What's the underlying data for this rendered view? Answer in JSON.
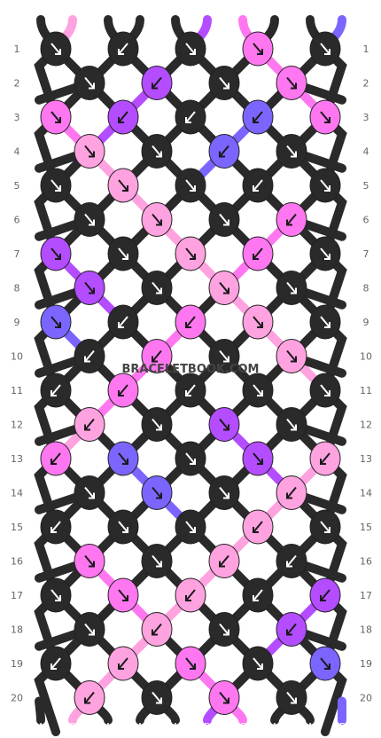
{
  "watermark": "BRACELETBOOK.COM",
  "colors": {
    "A": "#2a2a2a",
    "B": "#ffa2e0",
    "C": "#ff77f0",
    "D": "#b44cff",
    "E": "#7a66ff"
  },
  "top_strands": [
    "A",
    "B",
    "A",
    "A",
    "A",
    "D",
    "C",
    "A",
    "A",
    "E"
  ],
  "bottom_strands": [
    "A",
    "B",
    "A",
    "A",
    "A",
    "D",
    "C",
    "A",
    "A",
    "E"
  ],
  "rows": [
    {
      "n": "1",
      "knots": [
        {
          "c": "A",
          "d": "se"
        },
        {
          "c": "A",
          "d": "sw"
        },
        {
          "c": "A",
          "d": "se"
        },
        {
          "c": "C",
          "d": "se"
        },
        {
          "c": "A",
          "d": "se"
        }
      ]
    },
    {
      "n": "2",
      "knots": [
        {
          "c": "A",
          "d": "se"
        },
        {
          "c": "D",
          "d": "sw"
        },
        {
          "c": "A",
          "d": "se"
        },
        {
          "c": "C",
          "d": "se"
        }
      ]
    },
    {
      "n": "3",
      "knots": [
        {
          "c": "C",
          "d": "se"
        },
        {
          "c": "D",
          "d": "sw"
        },
        {
          "c": "A",
          "d": "sw"
        },
        {
          "c": "E",
          "d": "sw"
        },
        {
          "c": "C",
          "d": "se"
        }
      ]
    },
    {
      "n": "4",
      "knots": [
        {
          "c": "B",
          "d": "se"
        },
        {
          "c": "A",
          "d": "se"
        },
        {
          "c": "E",
          "d": "sw"
        },
        {
          "c": "A",
          "d": "se"
        }
      ]
    },
    {
      "n": "5",
      "knots": [
        {
          "c": "A",
          "d": "se"
        },
        {
          "c": "B",
          "d": "se"
        },
        {
          "c": "A",
          "d": "se"
        },
        {
          "c": "A",
          "d": "sw"
        },
        {
          "c": "A",
          "d": "se"
        }
      ]
    },
    {
      "n": "6",
      "knots": [
        {
          "c": "A",
          "d": "se"
        },
        {
          "c": "B",
          "d": "se"
        },
        {
          "c": "A",
          "d": "se"
        },
        {
          "c": "C",
          "d": "sw"
        }
      ]
    },
    {
      "n": "7",
      "knots": [
        {
          "c": "D",
          "d": "se"
        },
        {
          "c": "A",
          "d": "se"
        },
        {
          "c": "B",
          "d": "se"
        },
        {
          "c": "C",
          "d": "sw"
        },
        {
          "c": "A",
          "d": "se"
        }
      ]
    },
    {
      "n": "8",
      "knots": [
        {
          "c": "D",
          "d": "se"
        },
        {
          "c": "A",
          "d": "se"
        },
        {
          "c": "B",
          "d": "se"
        },
        {
          "c": "A",
          "d": "se"
        }
      ]
    },
    {
      "n": "9",
      "knots": [
        {
          "c": "E",
          "d": "se"
        },
        {
          "c": "A",
          "d": "sw"
        },
        {
          "c": "C",
          "d": "sw"
        },
        {
          "c": "B",
          "d": "se"
        },
        {
          "c": "A",
          "d": "se"
        }
      ]
    },
    {
      "n": "10",
      "knots": [
        {
          "c": "A",
          "d": "sw"
        },
        {
          "c": "C",
          "d": "sw"
        },
        {
          "c": "A",
          "d": "se"
        },
        {
          "c": "B",
          "d": "se"
        }
      ]
    },
    {
      "n": "11",
      "knots": [
        {
          "c": "A",
          "d": "sw"
        },
        {
          "c": "C",
          "d": "sw"
        },
        {
          "c": "A",
          "d": "sw"
        },
        {
          "c": "A",
          "d": "se"
        },
        {
          "c": "A",
          "d": "se"
        }
      ]
    },
    {
      "n": "12",
      "knots": [
        {
          "c": "B",
          "d": "sw"
        },
        {
          "c": "A",
          "d": "se"
        },
        {
          "c": "D",
          "d": "se"
        },
        {
          "c": "A",
          "d": "se"
        }
      ]
    },
    {
      "n": "13",
      "knots": [
        {
          "c": "C",
          "d": "sw"
        },
        {
          "c": "E",
          "d": "se"
        },
        {
          "c": "A",
          "d": "se"
        },
        {
          "c": "D",
          "d": "se"
        },
        {
          "c": "B",
          "d": "sw"
        }
      ]
    },
    {
      "n": "14",
      "knots": [
        {
          "c": "A",
          "d": "se"
        },
        {
          "c": "E",
          "d": "se"
        },
        {
          "c": "A",
          "d": "se"
        },
        {
          "c": "B",
          "d": "sw"
        }
      ]
    },
    {
      "n": "15",
      "knots": [
        {
          "c": "A",
          "d": "sw"
        },
        {
          "c": "A",
          "d": "se"
        },
        {
          "c": "A",
          "d": "se"
        },
        {
          "c": "B",
          "d": "sw"
        },
        {
          "c": "A",
          "d": "se"
        }
      ]
    },
    {
      "n": "16",
      "knots": [
        {
          "c": "C",
          "d": "se"
        },
        {
          "c": "A",
          "d": "se"
        },
        {
          "c": "B",
          "d": "sw"
        },
        {
          "c": "A",
          "d": "sw"
        }
      ]
    },
    {
      "n": "17",
      "knots": [
        {
          "c": "A",
          "d": "se"
        },
        {
          "c": "C",
          "d": "se"
        },
        {
          "c": "B",
          "d": "sw"
        },
        {
          "c": "A",
          "d": "sw"
        },
        {
          "c": "D",
          "d": "sw"
        }
      ]
    },
    {
      "n": "18",
      "knots": [
        {
          "c": "A",
          "d": "se"
        },
        {
          "c": "B",
          "d": "sw"
        },
        {
          "c": "A",
          "d": "se"
        },
        {
          "c": "D",
          "d": "sw"
        }
      ]
    },
    {
      "n": "19",
      "knots": [
        {
          "c": "A",
          "d": "sw"
        },
        {
          "c": "B",
          "d": "sw"
        },
        {
          "c": "C",
          "d": "se"
        },
        {
          "c": "A",
          "d": "se"
        },
        {
          "c": "E",
          "d": "se"
        }
      ]
    },
    {
      "n": "20",
      "knots": [
        {
          "c": "B",
          "d": "sw"
        },
        {
          "c": "A",
          "d": "se"
        },
        {
          "c": "C",
          "d": "se"
        },
        {
          "c": "A",
          "d": "se"
        }
      ]
    }
  ]
}
